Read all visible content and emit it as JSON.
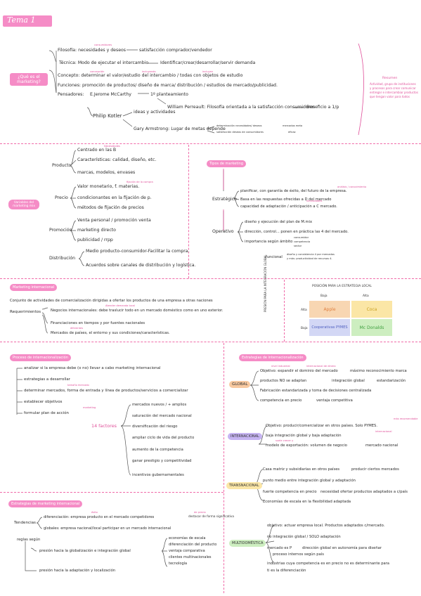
{
  "title": "Tema 1",
  "intro": {
    "question": "¿Qué es el marketing?",
    "filosofia": "Filosofía: necesidades y deseos",
    "filosofia_res": "satisfacción comprador/vendedor",
    "filosofia_ann": "consumidores",
    "tecnica": "Técnica: Modo de ejecutar el intercambio",
    "tecnica_res": "Identificar/crear/desarrollar/servir demanda",
    "concepto": "Concepto: determinar el valor/estudio del intercambio / todas con objetos de estudio",
    "concepto_ann1": "concepción",
    "concepto_ann2": "incluyendo",
    "concepto_ann3": "incluyen",
    "funciones": "Funciones: promoción de productos/ diseño de marca/ distribución / estudios de mercado/publicidad.",
    "pensadores": "Pensadores:",
    "mccarthy": "E.Jerome McCarthy",
    "mccarthy_1": "1º planteamiento",
    "perreault": "William Perreault: Filosofía orientada a la satisfacción consumidores",
    "perreault_res": "Beneficio a 1/p",
    "kotler": "Philip Kotler",
    "kotler_1": "ideas y actividades",
    "armstrong": "Gary Armstrong: Lugar de metas depende",
    "armstrong_a": "determinación necesidades/ deseos",
    "armstrong_a2": "mercados meta",
    "armstrong_b": "satisfacción deseos de consumidores",
    "armstrong_b2": "eficaz",
    "side_title": "Resumen",
    "side_text": [
      "Actividad, grupo de instituciones",
      "y procesos para crear comunicar",
      "entregar e intercambiar productos",
      "que tengan valor para todos"
    ]
  },
  "marketing_mix": {
    "label": "Variables del marketing mix",
    "producto": "Producto",
    "p1": "Centrado en las B",
    "p1_ann": "Necesidades",
    "p2": "Características: calidad, diseño, etc.",
    "p3": "marcas, modelos, envases",
    "precio": "Precio",
    "pr1": "Valor monetario, f. materias.",
    "pr1_ann": "fijación de la compra",
    "pr2": "condicionantes en la fijación de p.",
    "pr3": "métodos de fijación de precios",
    "promocion": "Promoción",
    "pm1": "Venta personal / promoción venta",
    "pm2": "marketing directo",
    "pm3": "publicidad / rrpp",
    "distribucion": "Distribución",
    "d1": "Medio producto-consumidor-Facilitar la compra.",
    "d2": "Acuerdos sobre canales de distribución y logística."
  },
  "tipos": {
    "label": "Tipos de marketing",
    "estrategico": "Estratégico",
    "e1": "planificar, con garantía de éxito, del futuro de la empresa.",
    "e1_ann": "análisis / conocimiento",
    "e2": "Basa en las respuestas ofrecidas a D del mercado",
    "e3": "capacidad de adaptación / anticipación a C mercado.",
    "e3_ann": "necesidades",
    "operativo": "Operativo",
    "o1": "diseño y ejecución del plan de M.mix",
    "o2": "dirección, control... ponen en práctica las 4 del mercado.",
    "o3": "importancia según ámbito",
    "o3_a": "consumidor",
    "o3_b": "competencia",
    "o3_c": "sector",
    "o4": "funcional",
    "o4_a": "diseño y consistencia 4 por mercados",
    "o4_b": "y más: productividad de recursos 4."
  },
  "internacional": {
    "label": "Marketing internacional",
    "def": "Conjunto de actividades de comercialización dirigidas a ofertar los productos de una empresa a otras naciones",
    "req": "Requerimientos",
    "r1": "Negocios internacionales: debe traslucir todo en un mercado doméstico como en uno exterior.",
    "r1_ann": "Atender demanda local",
    "r2": "Financiaciones en tiempos y por fuentes nacionales",
    "r3": "Mercados de países, el entorno y sus condiciones/características.",
    "r3_ann": "diferentes"
  },
  "matrix": {
    "title": "POSICIÓN PARA LA ESTRATEGIA LOCAL",
    "col_low": "Baja",
    "col_high": "Alta",
    "row_label": "PRESIÓN PARA LA INTEGRACIÓN GLOBAL",
    "row_high": "Alta",
    "row_low": "Baja",
    "c11": "Apple",
    "c12": "Coca",
    "c21": "Cooperativas PYMES",
    "c22": "Mc Donalds",
    "colors": {
      "c11": "#f8d6b2",
      "c12": "#fbe6a6",
      "c21": "#d3d7f5",
      "c22": "#cdeec0"
    }
  },
  "proceso": {
    "label": "Proceso de internacionalización",
    "s1": "analizar si la empresa debe (o no) llevar a cabo marketing internacional",
    "s2": "estrategias a desarrollar",
    "s3": "determinar mercados, forma de entrada y línea de productos/servicios a comercializar",
    "s3_ann": "tamaño mercado",
    "s4": "establecer objetivos",
    "s5": "formular plan de acción",
    "s5_ann": "marketing",
    "factores": "14 factores",
    "f": [
      "mercados nuevos / + amplios",
      "saturación del mercado nacional",
      "diversificación del riesgo",
      "ampliar ciclo de vida del producto",
      "aumento de la competencia",
      "ganar prestigio y competitividad",
      "incentivos gubernamentales"
    ]
  },
  "estrategias_int": {
    "label": "Estrategias de internacionalización",
    "global": "GLOBAL",
    "g1": "Objetivo: expandir el dominio del mercado",
    "g1_res": "máximo reconocimiento marca",
    "g_ann1": "nivel industrial",
    "g_ann2": "internacional de dinero",
    "g2": "productos NO se adaptan",
    "g2_res": "integración global",
    "g2_res2": "estandarización",
    "g3": "Fabricación estandarizada y toma de decisiones centralizada",
    "g4": "competencia en precio",
    "g4_res": "ventaja competitiva",
    "internacional": "INTERNACIONAL",
    "i1": "Objetivo: producir/comercializar en otros países. Solo PYMES.",
    "i1_ann": "más recomendable",
    "i2": "baja integración global y baja adaptación",
    "i2_ann": "internacional",
    "i3": "modelo de exportación: volumen de negocio",
    "i3_res": "mercado nacional",
    "i3_ann": "suele crecer y",
    "transnacional": "TRANSNACIONAL",
    "t1": "Casa matriz y subsidiarias en otros países",
    "t1_res": "producir ciertos mercados",
    "t2": "punto medio entre integración global y adaptación",
    "t3": "fuerte competencia en precio",
    "t3_res": "necesidad ofertar productos adaptados a c/país",
    "t4": "Economías de escala en la flexibilidad adaptada",
    "multidomestica": "MULTIDOMÉSTICA",
    "m1": "objetivo: actuar empresa local. Productos adaptados c/mercado.",
    "m2": "no integración global / SOLO adaptación",
    "m3": "mercado es P",
    "m3_res": "dirección global en autonomía para diseñar",
    "m3_b": "proceso internos según país",
    "m4": "industrias cuya competencia es en precio no es determinante para",
    "m4_b": "ti es la diferenciación"
  },
  "estrategias_mkt": {
    "label": "Estrategias de marketing internacional",
    "tendencias": "Tendencias",
    "t1": "diferenciación: empresa producto en el mercado competidores",
    "t1_res": "destacar de forma significativa",
    "t1_ann": "éxito",
    "t1_ann2": "de precio",
    "t2": "globales: empresa nacional/local participar en un mercado internacional",
    "reglas": "reglas según",
    "r1": "presión hacia la globalización e integración global",
    "r_list": [
      "economías de escala",
      "diferenciación del producto",
      "ventaja comparativa",
      "clientes multinacionales",
      "tecnología"
    ],
    "r2": "presión hacia la adaptación y localización"
  }
}
